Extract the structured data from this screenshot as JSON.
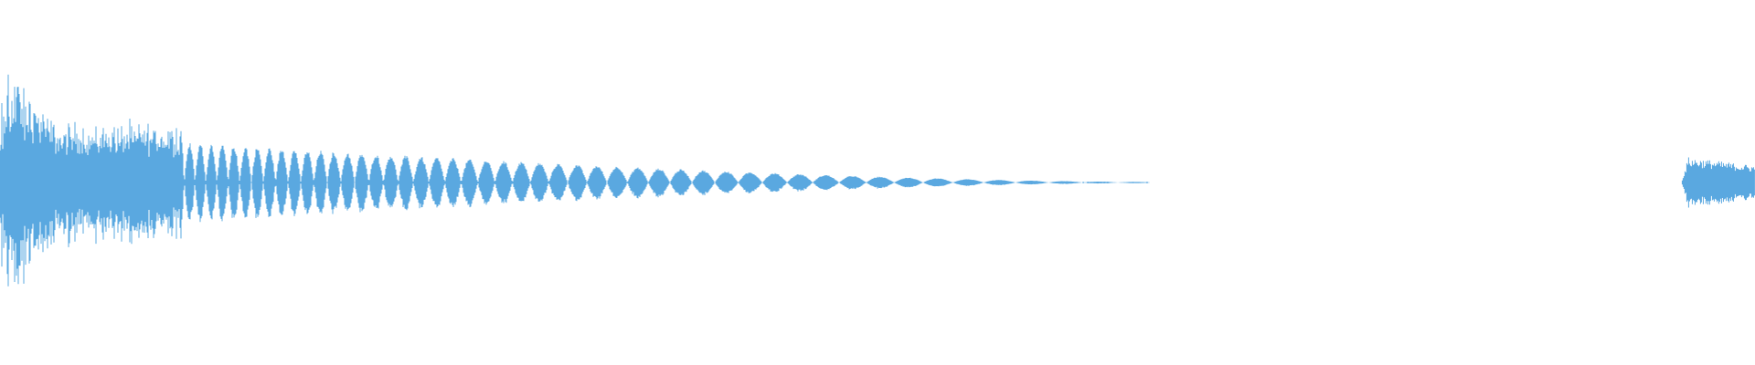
{
  "waveform": {
    "color": "#5aa8e0",
    "background": "#ffffff",
    "segments": [
      {
        "name": "main-decaying-tone",
        "description_kind": "transient-attack-then-decay",
        "start_fraction": 0.0,
        "end_fraction": 0.655,
        "attack_peak_fraction": 0.0105,
        "peak_amplitude": 1.0,
        "sustain_amplitude": 0.5,
        "decay_to_fraction": 0.655
      },
      {
        "name": "second-burst",
        "description_kind": "noise-burst-start",
        "start_fraction": 0.958,
        "end_fraction": 1.0,
        "peak_amplitude": 0.22
      }
    ]
  }
}
